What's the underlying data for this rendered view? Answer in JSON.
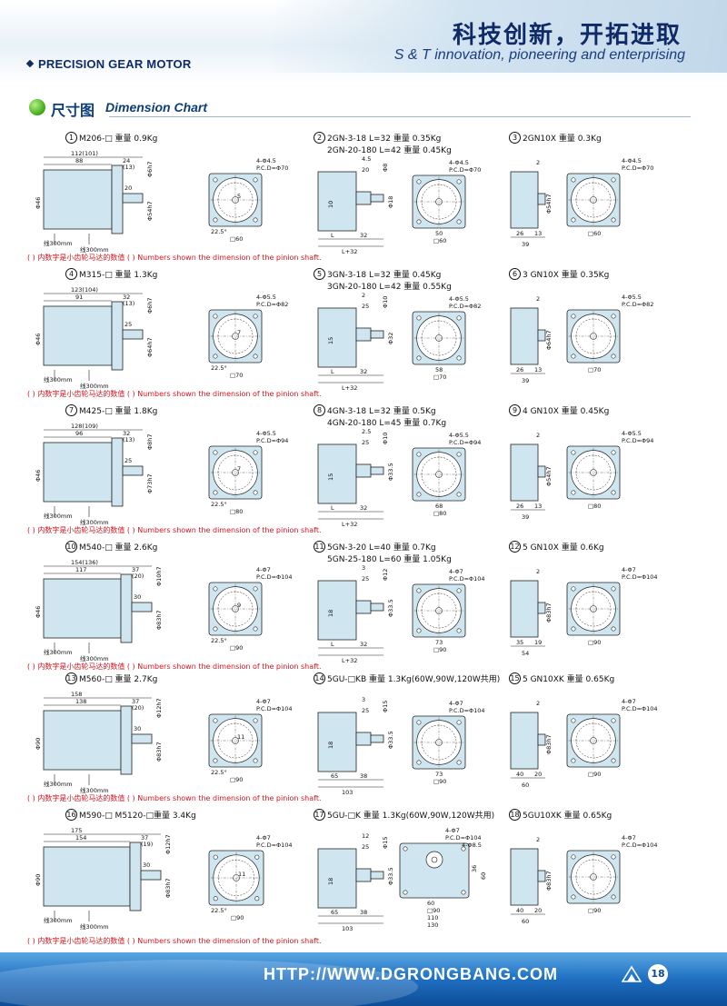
{
  "header": {
    "brand": "PRECISION GEAR MOTOR",
    "slogan_cn": "科技创新，开拓进取",
    "slogan_en": "S & T innovation, pioneering and enterprising"
  },
  "section": {
    "title_cn": "尺寸图",
    "title_en": "Dimension Chart"
  },
  "note": "( ) 内数字是小齿轮马达的数值  ( ) Numbers shown the dimension of the pinion shaft.",
  "panels": [
    {
      "num": "1",
      "line1": "M206-□  重量 0.9Kg",
      "line2": ""
    },
    {
      "num": "2",
      "line1": "2GN-3-18  L=32 重量 0.35Kg",
      "line2": "2GN-20-180  L=42 重量 0.45Kg"
    },
    {
      "num": "3",
      "line1": "2GN10X  重量 0.3Kg",
      "line2": ""
    },
    {
      "num": "4",
      "line1": "M315-□  重量 1.3Kg",
      "line2": ""
    },
    {
      "num": "5",
      "line1": "3GN-3-18  L=32 重量 0.45Kg",
      "line2": "3GN-20-180  L=42 重量 0.55Kg"
    },
    {
      "num": "6",
      "line1": "3 GN10X  重量 0.35Kg",
      "line2": ""
    },
    {
      "num": "7",
      "line1": "M425-□  重量 1.8Kg",
      "line2": ""
    },
    {
      "num": "8",
      "line1": "4GN-3-18  L=32 重量 0.5Kg",
      "line2": "4GN-20-180  L=45 重量 0.7Kg"
    },
    {
      "num": "9",
      "line1": "4 GN10X  重量 0.45Kg",
      "line2": ""
    },
    {
      "num": "10",
      "line1": "M540-□  重量 2.6Kg",
      "line2": ""
    },
    {
      "num": "11",
      "line1": "5GN-3-20  L=40 重量 0.7Kg",
      "line2": "5GN-25-180  L=60 重量 1.05Kg"
    },
    {
      "num": "12",
      "line1": "5 GN10X  重量 0.6Kg",
      "line2": ""
    },
    {
      "num": "13",
      "line1": "M560-□  重量 2.7Kg",
      "line2": ""
    },
    {
      "num": "14",
      "line1": "5GU-□KB  重量 1.3Kg(60W,90W,120W共用)",
      "line2": ""
    },
    {
      "num": "15",
      "line1": "5 GN10XK  重量 0.65Kg",
      "line2": ""
    },
    {
      "num": "16",
      "line1": "M590-□  M5120-□重量 3.4Kg",
      "line2": ""
    },
    {
      "num": "17",
      "line1": "5GU-□K  重量 1.3Kg(60W,90W,120W共用)",
      "line2": ""
    },
    {
      "num": "18",
      "line1": "5GU10XK  重量 0.65Kg",
      "line2": ""
    }
  ],
  "rows": [
    {
      "motor": {
        "d1": "112(101)",
        "d2": "88",
        "d3": "24",
        "d4": "(13)",
        "d5": "20",
        "dia": "Φ46",
        "shaft": "Φ6h7",
        "face": "Φ54h7",
        "wire1": "线300mm",
        "wire2": "线300mm"
      },
      "motor_face": {
        "holes": "4-Φ4.5",
        "pcd": "P.C.D=Φ70",
        "angle": "22.5°",
        "sq": "□60",
        "gear": "5"
      },
      "gbox": {
        "w1": "4.5",
        "w2": "20",
        "d1": "Φ8",
        "d2": "Φ18",
        "h": "10",
        "L": "L",
        "w3": "32",
        "total": "L+32"
      },
      "gbox_face": {
        "holes": "4-Φ4.5",
        "pcd": "P.C.D=Φ70",
        "w": "50",
        "sq": "□60"
      },
      "dec": {
        "w1": "26",
        "w2": "13",
        "total": "39",
        "shaft": "Φ54h7",
        "top": "2"
      },
      "dec_face": {
        "holes": "4-Φ4.5",
        "pcd": "P.C.D=Φ70",
        "sq": "□60"
      }
    },
    {
      "motor": {
        "d1": "123(104)",
        "d2": "91",
        "d3": "32",
        "d4": "(13)",
        "d5": "25",
        "dia": "Φ46",
        "shaft": "Φ6h7",
        "face": "Φ64h7",
        "wire1": "线300mm",
        "wire2": "线300mm"
      },
      "motor_face": {
        "holes": "4-Φ5.5",
        "pcd": "P.C.D=Φ82",
        "angle": "22.5°",
        "sq": "□70",
        "gear": "7"
      },
      "gbox": {
        "w1": "2",
        "w2": "25",
        "d1": "Φ10",
        "d2": "Φ32",
        "h": "15",
        "L": "L",
        "w3": "32",
        "total": "L+32"
      },
      "gbox_face": {
        "holes": "4-Φ5.5",
        "pcd": "P.C.D=Φ82",
        "w": "58",
        "sq": "□70"
      },
      "dec": {
        "w1": "26",
        "w2": "13",
        "total": "39",
        "shaft": "Φ64h7",
        "top": "2"
      },
      "dec_face": {
        "holes": "4-Φ5.5",
        "pcd": "P.C.D=Φ82",
        "sq": "□70"
      }
    },
    {
      "motor": {
        "d1": "128(109)",
        "d2": "96",
        "d3": "32",
        "d4": "(13)",
        "d5": "25",
        "dia": "Φ46",
        "shaft": "Φ8h7",
        "face": "Φ73h7",
        "wire1": "线300mm",
        "wire2": "线300mm"
      },
      "motor_face": {
        "holes": "4-Φ5.5",
        "pcd": "P.C.D=Φ94",
        "angle": "22.5°",
        "sq": "□80",
        "gear": "7"
      },
      "gbox": {
        "w1": "2.5",
        "w2": "25",
        "d1": "Φ10",
        "d2": "Φ33.5",
        "h": "15",
        "L": "L",
        "w3": "32",
        "total": "L+32"
      },
      "gbox_face": {
        "holes": "4-Φ5.5",
        "pcd": "P.C.D=Φ94",
        "w": "68",
        "sq": "□80"
      },
      "dec": {
        "w1": "26",
        "w2": "13",
        "total": "39",
        "shaft": "Φ54h7",
        "top": "2"
      },
      "dec_face": {
        "holes": "4-Φ5.5",
        "pcd": "P.C.D=Φ94",
        "sq": "□80"
      }
    },
    {
      "motor": {
        "d1": "154(136)",
        "d2": "117",
        "d3": "37",
        "d4": "(20)",
        "d5": "30",
        "dia": "Φ46",
        "shaft": "Φ10h7",
        "face": "Φ83h7",
        "wire1": "线300mm",
        "wire2": "线300mm"
      },
      "motor_face": {
        "holes": "4-Φ7",
        "pcd": "P.C.D=Φ104",
        "angle": "22.5°",
        "sq": "□90",
        "gear": "9"
      },
      "gbox": {
        "w1": "3",
        "w2": "25",
        "d1": "Φ12",
        "d2": "Φ33.5",
        "h": "18",
        "L": "L",
        "w3": "32",
        "total": "L+32"
      },
      "gbox_face": {
        "holes": "4-Φ7",
        "pcd": "P.C.D=Φ104",
        "w": "73",
        "sq": "□90"
      },
      "dec": {
        "w1": "35",
        "w2": "19",
        "total": "54",
        "shaft": "Φ83h7",
        "top": "2"
      },
      "dec_face": {
        "holes": "4-Φ7",
        "pcd": "P.C.D=Φ104",
        "sq": "□90"
      }
    },
    {
      "motor": {
        "d1": "158",
        "d2": "138",
        "d3": "37",
        "d4": "(20)",
        "d5": "30",
        "dia": "Φ90",
        "shaft": "Φ12h7",
        "face": "Φ83h7",
        "wire1": "线300mm",
        "wire2": "线300mm"
      },
      "motor_face": {
        "holes": "4-Φ7",
        "pcd": "P.C.D=Φ104",
        "angle": "22.5°",
        "sq": "□90",
        "gear": "11"
      },
      "gbox": {
        "w1": "3",
        "w2": "25",
        "d1": "Φ15",
        "d2": "Φ33.5",
        "h": "18",
        "L": "65",
        "w3": "38",
        "total": "103"
      },
      "gbox_face": {
        "holes": "4-Φ7",
        "pcd": "P.C.D=Φ104",
        "w": "73",
        "sq": "□90"
      },
      "dec": {
        "w1": "40",
        "w2": "20",
        "total": "60",
        "shaft": "Φ83h7",
        "top": "2"
      },
      "dec_face": {
        "holes": "4-Φ7",
        "pcd": "P.C.D=Φ104",
        "sq": "□90"
      }
    },
    {
      "motor": {
        "d1": "175",
        "d2": "154",
        "d3": "37",
        "d4": "(19)",
        "d5": "30",
        "dia": "Φ90",
        "shaft": "Φ12h7",
        "face": "Φ83h7",
        "wire1": "线300mm",
        "wire2": "线300mm"
      },
      "motor_face": {
        "holes": "4-Φ7",
        "pcd": "P.C.D=Φ104",
        "angle": "22.5°",
        "sq": "□90",
        "gear": "11"
      },
      "gbox": {
        "w1": "12",
        "w2": "25",
        "d1": "Φ15",
        "d2": "Φ33.5",
        "h": "18",
        "L": "65",
        "w3": "38",
        "total": "103"
      },
      "gbox_face": {
        "holes": "4-Φ7",
        "pcd": "P.C.D=Φ104",
        "w": "60",
        "sq": "□90",
        "wide": "110",
        "wider": "130",
        "side1": "36",
        "side2": "60",
        "holes2": "4-Φ8.5"
      },
      "dec": {
        "w1": "40",
        "w2": "20",
        "total": "60",
        "shaft": "Φ83h7",
        "top": "2"
      },
      "dec_face": {
        "holes": "4-Φ7",
        "pcd": "P.C.D=Φ104",
        "sq": "□90"
      }
    }
  ],
  "footer": {
    "url": "HTTP://WWW.DGRONGBANG.COM",
    "page": "18"
  },
  "colors": {
    "brand_navy": "#0f2a66",
    "note_red": "#d4141e",
    "drawing_fill": "#cfe6f1",
    "footer_blue": "#1f6fc2"
  }
}
